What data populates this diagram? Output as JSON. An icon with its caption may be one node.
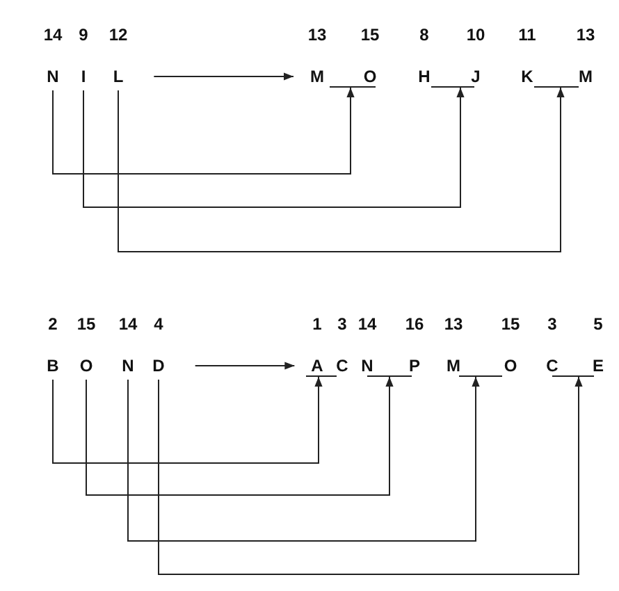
{
  "diagram": {
    "nodes": [
      {
        "text": [
          "N"
        ],
        "beside": [
          "14"
        ]
      },
      {
        "text": [
          "I"
        ],
        "beside": [
          "9"
        ]
      },
      {
        "text": [
          "L"
        ],
        "beside": [
          "12"
        ]
      },
      {
        "text": [
          "M"
        ],
        "beside": [
          "13"
        ]
      },
      {
        "text": [],
        "shape": "bar"
      },
      {
        "text": [
          "O"
        ],
        "beside": [
          "15"
        ]
      },
      {
        "text": [
          "H"
        ],
        "beside": [
          "8"
        ]
      },
      {
        "text": [],
        "shape": "bar"
      },
      {
        "text": [
          "J"
        ],
        "beside": [
          "10"
        ]
      },
      {
        "text": [
          "K"
        ],
        "beside": [
          "11"
        ]
      },
      {
        "text": [],
        "shape": "bar"
      },
      {
        "text": [
          "M"
        ],
        "beside": [
          "13"
        ]
      },
      {
        "text": [
          "B"
        ],
        "beside": [
          "2"
        ]
      },
      {
        "text": [
          "O"
        ],
        "beside": [
          "15"
        ]
      },
      {
        "text": [
          "N"
        ],
        "beside": [
          "14"
        ]
      },
      {
        "text": [
          "D"
        ],
        "beside": [
          "4"
        ]
      },
      {
        "text": [
          "A"
        ],
        "beside": [
          "1"
        ]
      },
      {
        "text": [],
        "shape": "bar"
      },
      {
        "text": [
          "C"
        ],
        "beside": [
          "3"
        ]
      },
      {
        "text": [
          "N"
        ],
        "beside": [
          "14"
        ]
      },
      {
        "text": [],
        "shape": "bar"
      },
      {
        "text": [
          "P"
        ],
        "beside": [
          "16"
        ]
      },
      {
        "text": [
          "M"
        ],
        "beside": [
          "13"
        ]
      },
      {
        "text": [],
        "shape": "bar"
      },
      {
        "text": [
          "O"
        ],
        "beside": [
          "15"
        ]
      },
      {
        "text": [
          "C"
        ],
        "beside": [
          "3"
        ]
      },
      {
        "text": [],
        "shape": "bar"
      },
      {
        "text": [
          "E"
        ],
        "beside": [
          "5"
        ]
      }
    ],
    "edges": [
      {
        "from": 2,
        "to": 3,
        "arrow": "to"
      },
      {
        "from": 0,
        "to": 4,
        "arrow": "to"
      },
      {
        "from": 1,
        "to": 7,
        "arrow": "to"
      },
      {
        "from": 2,
        "to": 10,
        "arrow": "to"
      },
      {
        "from": 15,
        "to": 16,
        "arrow": "to"
      },
      {
        "from": 12,
        "to": 17,
        "arrow": "to"
      },
      {
        "from": 13,
        "to": 20,
        "arrow": "to"
      },
      {
        "from": 14,
        "to": 23,
        "arrow": "to"
      },
      {
        "from": 15,
        "to": 26,
        "arrow": "to"
      }
    ]
  }
}
